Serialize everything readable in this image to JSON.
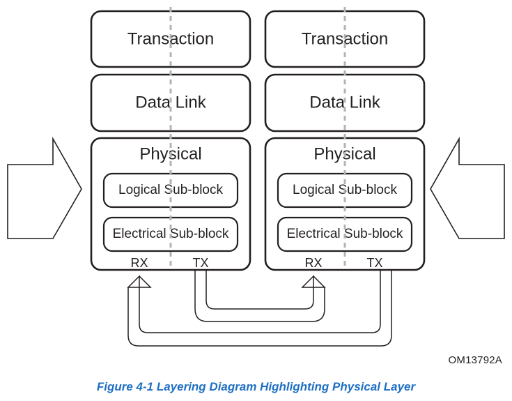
{
  "figure": {
    "caption": "Figure  4-1  Layering Diagram Highlighting Physical Layer",
    "caption_color": "#1f6fc4",
    "code_label": "OM13792A",
    "background": "#ffffff",
    "line_color": "#231f20",
    "divider_color": "#b3b3b3"
  },
  "stacks": [
    {
      "id": "left-device",
      "layers": [
        {
          "name": "transaction",
          "label": "Transaction"
        },
        {
          "name": "data-link",
          "label": "Data Link"
        },
        {
          "name": "physical",
          "label": "Physical",
          "sub_blocks": [
            {
              "name": "logical-sub-block",
              "label": "Logical Sub-block"
            },
            {
              "name": "electrical-sub-block",
              "label": "Electrical Sub-block"
            }
          ],
          "ports": [
            {
              "name": "rx",
              "label": "RX"
            },
            {
              "name": "tx",
              "label": "TX"
            }
          ]
        }
      ]
    },
    {
      "id": "right-device",
      "layers": [
        {
          "name": "transaction",
          "label": "Transaction"
        },
        {
          "name": "data-link",
          "label": "Data Link"
        },
        {
          "name": "physical",
          "label": "Physical",
          "sub_blocks": [
            {
              "name": "logical-sub-block",
              "label": "Logical Sub-block"
            },
            {
              "name": "electrical-sub-block",
              "label": "Electrical Sub-block"
            }
          ],
          "ports": [
            {
              "name": "rx",
              "label": "RX"
            },
            {
              "name": "tx",
              "label": "TX"
            }
          ]
        }
      ]
    }
  ],
  "flow_arrows": [
    {
      "name": "inbound-arrow-left",
      "direction": "right"
    },
    {
      "name": "inbound-arrow-right",
      "direction": "left"
    }
  ],
  "links": [
    {
      "name": "left-tx-to-right-rx",
      "from": "left-device.tx",
      "to": "right-device.rx"
    },
    {
      "name": "right-tx-to-left-rx",
      "from": "right-device.tx",
      "to": "left-device.rx"
    }
  ]
}
